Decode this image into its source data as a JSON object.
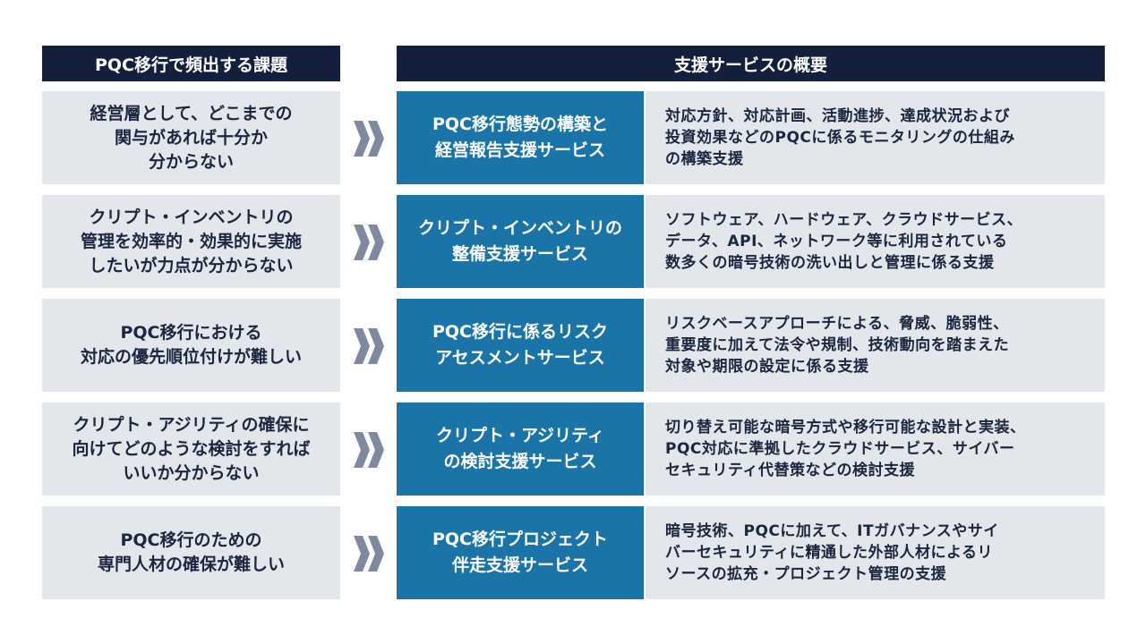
{
  "headers": {
    "issues": "PQC移行で頻出する課題",
    "services": "支援サービスの概要"
  },
  "colors": {
    "header": "#13203d",
    "service": "#1b74a8",
    "panel": "#e3e6ea",
    "chevron": "#7f8aa0"
  },
  "rows": [
    {
      "issue": "経営層として、どこまでの\n関与があれば十分か\n分からない",
      "service": "PQC移行態勢の構築と\n経営報告支援サービス",
      "description": "対応方針、対応計画、活動進捗、達成状況および\n投資効果などのPQCに係るモニタリングの仕組み\nの構築支援"
    },
    {
      "issue": "クリプト・インベントリの\n管理を効率的・効果的に実施\nしたいが力点が分からない",
      "service": "クリプト・インベントリの\n整備支援サービス",
      "description": "ソフトウェア、ハードウェア、クラウドサービス、\nデータ、API、ネットワーク等に利用されている\n数多くの暗号技術の洗い出しと管理に係る支援"
    },
    {
      "issue": "PQC移行における\n対応の優先順位付けが難しい",
      "service": "PQC移行に係るリスク\nアセスメントサービス",
      "description": "リスクベースアプローチによる、脅威、脆弱性、\n重要度に加えて法令や規制、技術動向を踏まえた\n対象や期限の設定に係る支援"
    },
    {
      "issue": "クリプト・アジリティの確保に\n向けてどのような検討をすれば\nいいか分からない",
      "service": "クリプト・アジリティ\nの検討支援サービス",
      "description": "切り替え可能な暗号方式や移行可能な設計と実装、\nPQC対応に準拠したクラウドサービス、サイバー\nセキュリティ代替策などの検討支援"
    },
    {
      "issue": "PQC移行のための\n専門人材の確保が難しい",
      "service": "PQC移行プロジェクト\n伴走支援サービス",
      "description": "暗号技術、PQCに加えて、ITガバナンスやサイ\nバーセキュリティに精通した外部人材によるリ\nソースの拡充・プロジェクト管理の支援"
    }
  ]
}
